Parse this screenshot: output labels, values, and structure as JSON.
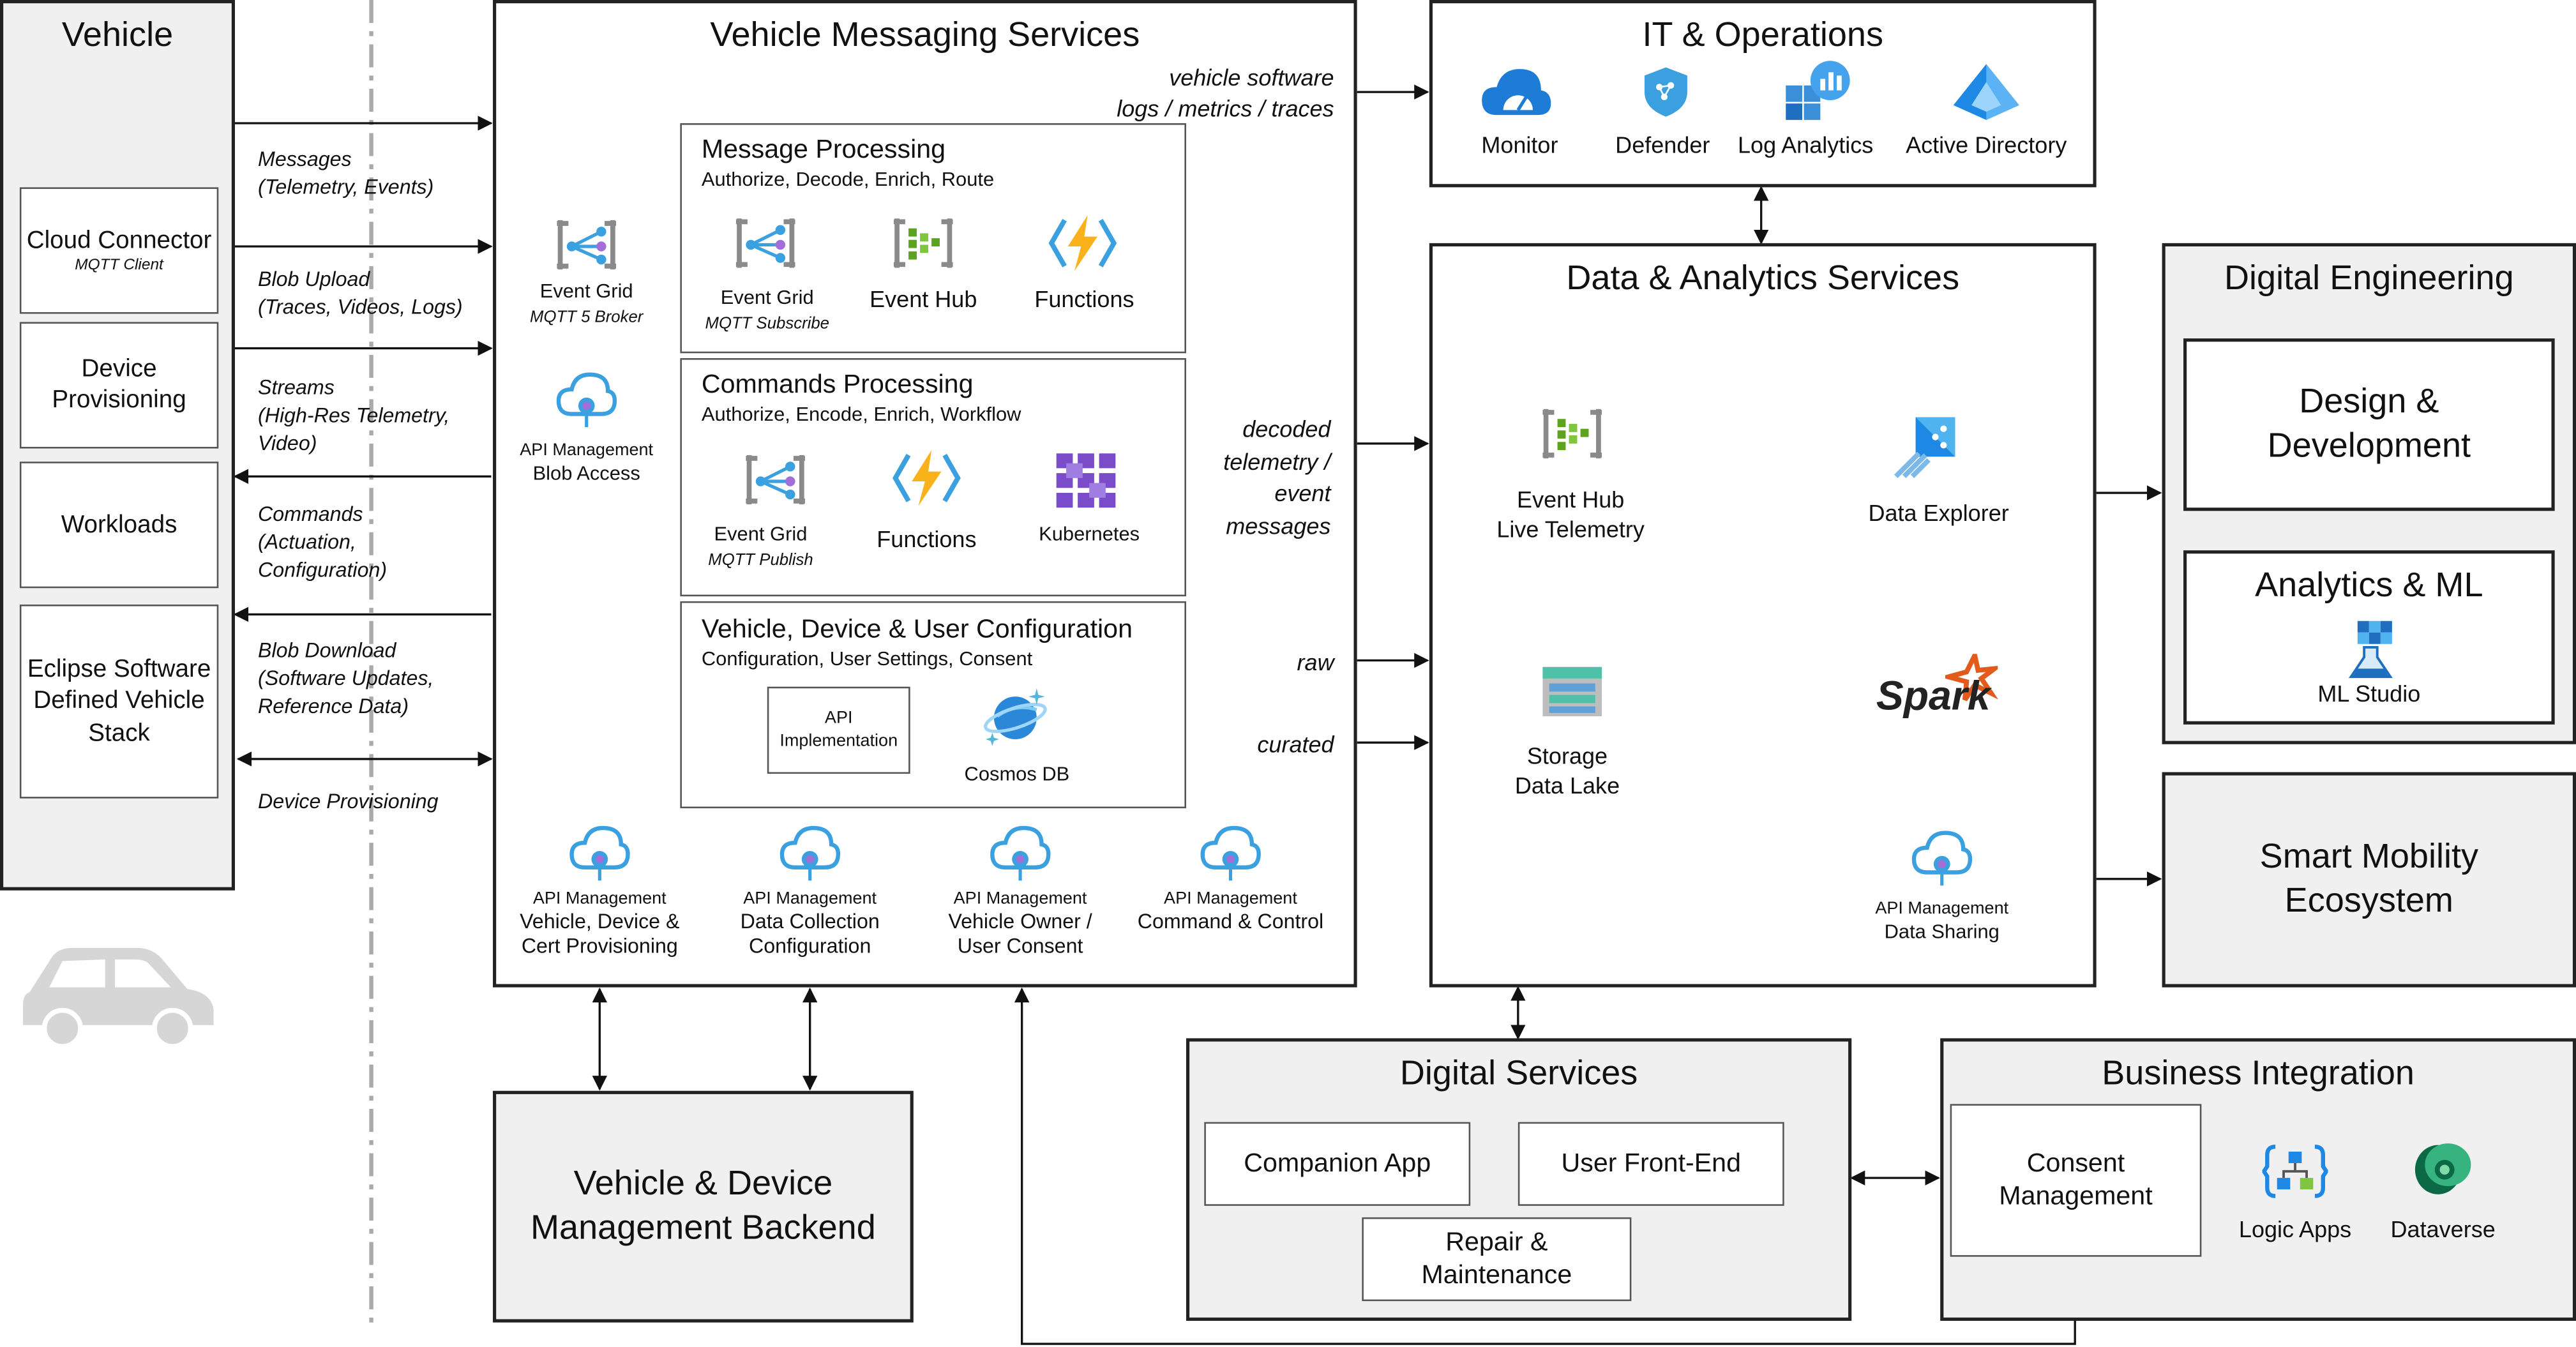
{
  "vehicle": {
    "title": "Vehicle",
    "cloud_connector": "Cloud Connector",
    "cloud_connector_sub": "MQTT Client",
    "device_provisioning": "Device Provisioning",
    "workloads": "Workloads",
    "eclipse": "Eclipse Software Defined Vehicle Stack"
  },
  "flows_left": {
    "messages": "Messages",
    "messages_sub": "(Telemetry, Events)",
    "blob_upload": "Blob Upload",
    "blob_upload_sub": "(Traces, Videos, Logs)",
    "streams": "Streams",
    "streams_sub": "(High-Res Telemetry, Video)",
    "commands": "Commands",
    "commands_sub": "(Actuation, Configuration)",
    "blob_download": "Blob Download",
    "blob_download_sub": "(Software Updates, Reference Data)",
    "device_provisioning": "Device Provisioning"
  },
  "vms": {
    "title": "Vehicle Messaging Services",
    "event_grid": "Event Grid",
    "event_grid_sub": "MQTT 5 Broker",
    "apim_blob": "API Management",
    "apim_blob_sub": "Blob Access",
    "mp_title": "Message Processing",
    "mp_sub": "Authorize, Decode, Enrich, Route",
    "mp_event_grid": "Event Grid",
    "mp_event_grid_sub": "MQTT Subscribe",
    "mp_event_hub": "Event Hub",
    "mp_functions": "Functions",
    "cp_title": "Commands Processing",
    "cp_sub": "Authorize, Encode, Enrich, Workflow",
    "cp_event_grid": "Event Grid",
    "cp_event_grid_sub": "MQTT Publish",
    "cp_functions": "Functions",
    "cp_kubernetes": "Kubernetes",
    "vc_title": "Vehicle, Device & User Configuration",
    "vc_sub": "Configuration, User Settings, Consent",
    "vc_api": "API Implementation",
    "vc_cosmos": "Cosmos DB",
    "apim": [
      {
        "top": "API Management",
        "bottom": "Vehicle, Device & Cert Provisioning"
      },
      {
        "top": "API Management",
        "bottom": "Data Collection Configuration"
      },
      {
        "top": "API Management",
        "bottom": "Vehicle Owner / User Consent"
      },
      {
        "top": "API Management",
        "bottom": "Command & Control"
      }
    ]
  },
  "flows_right": {
    "vsw": "vehicle software",
    "vsw2": "logs / metrics / traces",
    "decoded": "decoded telemetry / event messages",
    "raw": "raw",
    "curated": "curated"
  },
  "itops": {
    "title": "IT & Operations",
    "monitor": "Monitor",
    "defender": "Defender",
    "log_analytics": "Log Analytics",
    "active_directory": "Active Directory"
  },
  "das": {
    "title": "Data & Analytics Services",
    "event_hub": "Event Hub",
    "event_hub_sub": "Live Telemetry",
    "data_explorer": "Data Explorer",
    "storage": "Storage",
    "storage_sub": "Data Lake",
    "spark": "Spark",
    "apim": "API Management",
    "apim_sub": "Data Sharing"
  },
  "de": {
    "title": "Digital Engineering",
    "design": "Design & Development",
    "analytics": "Analytics & ML",
    "ml_studio": "ML Studio"
  },
  "sme": {
    "title": "Smart Mobility Ecosystem"
  },
  "vdmb": {
    "title": "Vehicle & Device Management Backend"
  },
  "ds": {
    "title": "Digital Services",
    "companion": "Companion App",
    "frontend": "User Front-End",
    "repair": "Repair & Maintenance"
  },
  "bi": {
    "title": "Business Integration",
    "consent": "Consent Management",
    "logic_apps": "Logic Apps",
    "dataverse": "Dataverse"
  },
  "colors": {
    "panel": "#f0f0f0",
    "azure_blue": "#0078d4",
    "event_green": "#5ea320",
    "functions_yellow": "#f9b21a",
    "kube_purple": "#7b4cc9"
  }
}
